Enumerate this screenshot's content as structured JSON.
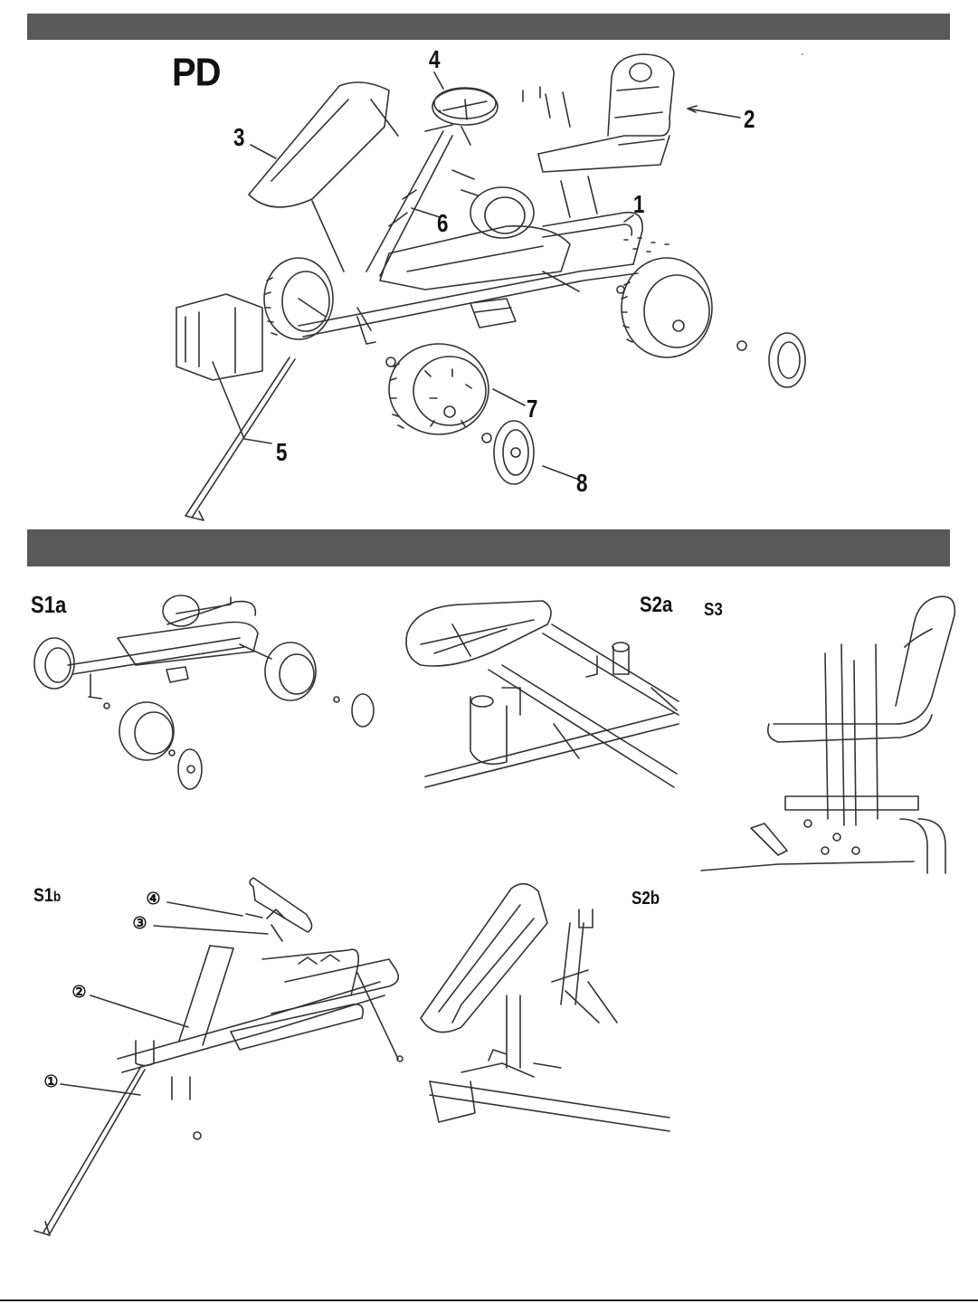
{
  "model_code": "PD",
  "overview_callouts": [
    "1",
    "2",
    "3",
    "4",
    "5",
    "6",
    "7",
    "8"
  ],
  "steps": {
    "s1a": "S1a",
    "s2a": "S2a",
    "s3": "S3",
    "s1b": "S1",
    "s1b_suffix": "b",
    "s2b": "S2b"
  },
  "s1b_callouts": [
    "①",
    "②",
    "③",
    "④"
  ],
  "colors": {
    "header_bar": "#595959",
    "line_art": "#333333"
  }
}
